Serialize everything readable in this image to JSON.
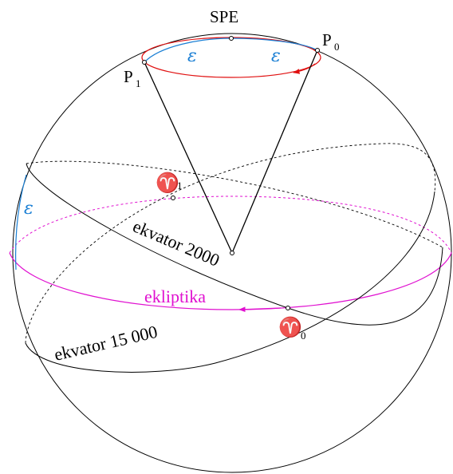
{
  "labels": {
    "spe": "SPE",
    "p0": "P",
    "p0_sub": "0",
    "p1": "P",
    "p1_sub": "1",
    "epsilon_left": "ε",
    "epsilon_right": "ε",
    "epsilon_side": "ε",
    "aries_symbol_1": "♈",
    "aries_1_sub": "1",
    "aries_symbol_0": "♈",
    "aries_0_sub": "0",
    "ekvator_2000": "ekvator 2000",
    "ekvator_15000": "ekvator 15 000",
    "ekliptika": "ekliptika"
  },
  "colors": {
    "ink": "#000000",
    "precession_circle": "#e01010",
    "epsilon_arc": "#1a7fd4",
    "ecliptic": "#e010d0"
  }
}
